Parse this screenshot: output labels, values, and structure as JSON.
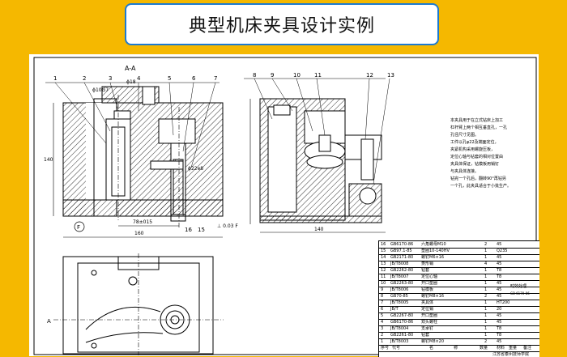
{
  "title": "典型机床夹具设计实例",
  "drawing": {
    "section_label": "A-A",
    "balloons_left": [
      "1",
      "2",
      "3",
      "4",
      "5",
      "6",
      "7"
    ],
    "balloons_right": [
      "8",
      "9",
      "10",
      "11",
      "12",
      "13"
    ],
    "balloons_bottom": [
      "16",
      "15"
    ],
    "dims": {
      "d10g7": "ϕ10G7",
      "d18": "ϕ18",
      "d22": "ϕ22e8",
      "h140": "140",
      "w78": "78±015",
      "w160": "160",
      "w140b": "140",
      "geom_tol": "⊥ 0.03 F",
      "datum": "F",
      "view_arrow": "A"
    },
    "notes": [
      "本夹具用于在立式钻床上加工",
      "杠杆臂上两个相互垂直孔，一孔",
      "孔径尺寸见图。",
      "工件以孔φ22及端面定位，",
      "夹紧机构采用螺旋压板，",
      "定位心轴与钻套的相对位置由",
      "夹具体保证，钻模板用销钉",
      "与夹具体连接。",
      "钻完一个孔后，翻转90°再钻另",
      "一个孔，此夹具适合于小批生产。"
    ]
  },
  "parts_table": {
    "rows": [
      {
        "no": "16",
        "code": "GB6170-86",
        "name": "六角螺母M10",
        "qty": "2",
        "mat": "45"
      },
      {
        "no": "15",
        "code": "GB97.1-85",
        "name": "垫圈10-140HV",
        "qty": "1",
        "mat": "Q235"
      },
      {
        "no": "14",
        "code": "GB2171-80",
        "name": "螺钉M6×16",
        "qty": "1",
        "mat": "45"
      },
      {
        "no": "13",
        "code": "JB/T8008",
        "name": "菱形销",
        "qty": "4",
        "mat": "45"
      },
      {
        "no": "12",
        "code": "GB2262-80",
        "name": "钻套",
        "qty": "1",
        "mat": "T8"
      },
      {
        "no": "11",
        "code": "JB/T8007",
        "name": "定位心轴",
        "qty": "1",
        "mat": "T8"
      },
      {
        "no": "10",
        "code": "GB2263-80",
        "name": "开口垫圈",
        "qty": "1",
        "mat": "45"
      },
      {
        "no": "9",
        "code": "JB/T8006",
        "name": "钻模板",
        "qty": "1",
        "mat": "45"
      },
      {
        "no": "8",
        "code": "GB70-85",
        "name": "螺钉M8×16",
        "qty": "2",
        "mat": "45"
      },
      {
        "no": "7",
        "code": "JB/T8005",
        "name": "夹具体",
        "qty": "1",
        "mat": "HT200"
      },
      {
        "no": "6",
        "code": "JB/T",
        "name": "定位销",
        "qty": "1",
        "mat": "20"
      },
      {
        "no": "5",
        "code": "GB2267-80",
        "name": "开口垫圈",
        "qty": "1",
        "mat": "45"
      },
      {
        "no": "4",
        "code": "GB6170-86",
        "name": "双头螺柱",
        "qty": "1",
        "mat": "45"
      },
      {
        "no": "3",
        "code": "JB/T8004",
        "name": "支承钉",
        "qty": "1",
        "mat": "T8"
      },
      {
        "no": "2",
        "code": "GB2261-80",
        "name": "钻套",
        "qty": "1",
        "mat": "T8"
      },
      {
        "no": "1",
        "code": "JB/T8003",
        "name": "螺钉M8×20",
        "qty": "2",
        "mat": "45"
      }
    ],
    "header": [
      "序号",
      "代号",
      "名",
      "称",
      "数量",
      "材料",
      "重量",
      "备注"
    ],
    "side_note_1": "时效处理",
    "side_note_2": "GB 6170-86",
    "footer": "江苏省泰州技师学院"
  }
}
